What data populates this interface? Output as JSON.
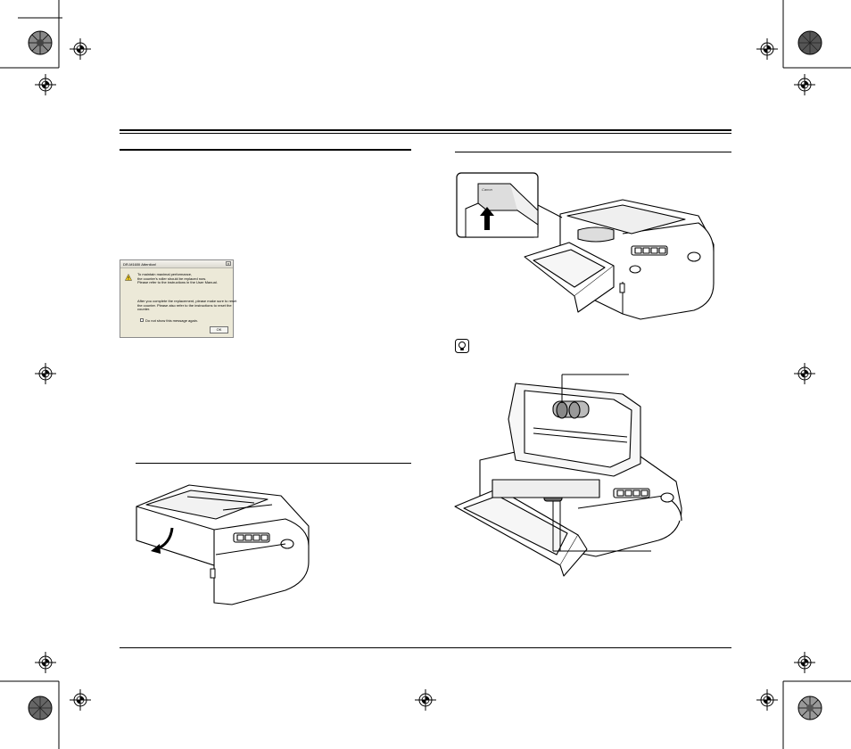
{
  "dialog": {
    "title": "DR-M160II Attention!",
    "close_glyph": "x",
    "message_1": [
      "To maintain maximal performance,",
      "the counter's roller should be replaced now.",
      "Please refer to the instructions in the User Manual."
    ],
    "message_2": [
      "After you complete the replacement, please make sure to reset",
      "the counter. Please also refer to the instructions to reset the",
      "counter."
    ],
    "checkbox_label": "Do not show this message again.",
    "ok_label": "OK"
  },
  "callout": {
    "logo_text": "Canon"
  },
  "icons": {
    "hint": "hint-lightbulb-icon",
    "arrow_up": "arrow-up-icon",
    "open_arrow": "curved-arrow-icon",
    "registration": "registration-mark-icon",
    "color_target": "color-target-icon"
  }
}
